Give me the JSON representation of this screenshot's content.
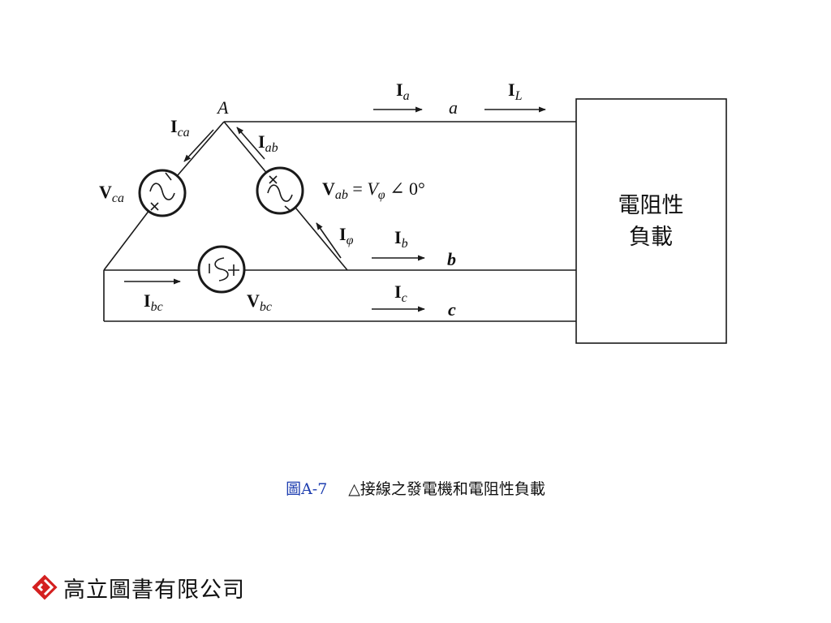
{
  "diagram": {
    "node_A": "A",
    "line_a": "a",
    "line_b": "b",
    "line_c": "c",
    "currents": {
      "Ia": {
        "main": "I",
        "sub": "a"
      },
      "IL": {
        "main": "I",
        "sub": "L"
      },
      "Ib": {
        "main": "I",
        "sub": "b"
      },
      "Ic": {
        "main": "I",
        "sub": "c"
      },
      "Ica": {
        "main": "I",
        "sub": "ca"
      },
      "Iab": {
        "main": "I",
        "sub": "ab"
      },
      "Ibc": {
        "main": "I",
        "sub": "bc"
      },
      "Iphi": {
        "main": "I",
        "sub": "φ"
      }
    },
    "voltages": {
      "Vca": {
        "main": "V",
        "sub": "ca"
      },
      "Vab": {
        "main": "V",
        "sub": "ab",
        "eq": " = ",
        "phase": "V",
        "phase_sub": "φ",
        "angle": " ∠ 0°"
      },
      "Vbc": {
        "main": "V",
        "sub": "bc"
      }
    },
    "load_label_line1": "電阻性",
    "load_label_line2": "負載"
  },
  "caption": {
    "figure_number": "圖A-7",
    "title": "△接線之發電機和電阻性負載"
  },
  "publisher": {
    "name": "高立圖書有限公司",
    "logo_color": "#d42020"
  }
}
